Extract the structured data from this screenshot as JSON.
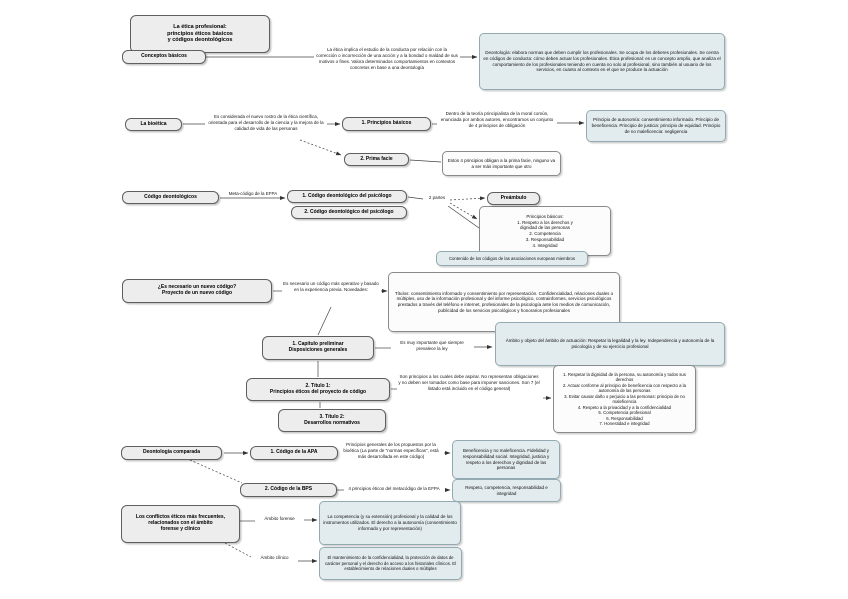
{
  "colors": {
    "node_fill": "#ededed",
    "teal_box_fill": "#e2ebee",
    "white_box_fill": "#fcfcfc",
    "line": "#444444"
  },
  "map": {
    "title": "La ética profesional:\nprincipios éticos básicos\ny códigos deontológicos",
    "conceptos": {
      "label": "Conceptos básicos",
      "text": "La ética implica el estudio de la conducta por relación con la corrección o incorrección de una acción y a la bondad o maldad de sus motivos o fines. Valora determinados comportamientos en contextos concretos en base a una deontología",
      "deontologia_box": "Deontología: elabora normas que deben cumplir los profesionales. Se ocupa de los deberes profesionales. Se centra en códigos de conducta: cómo deben actuar los profesionales. Ética profesional: es un concepto amplio, que analiza el comportamiento de los profesionales teniendo en cuenta no solo al profesional, sino también al usuario de los servicios, en cuanto al contexto en el que se produce la actuación"
    },
    "bioetica": {
      "label": "La bioética",
      "text": "Es considerada el nuevo rostro de la ética científica, orientada para el desarrollo de la ciencia y la mejora de la calidad de vida de las personas",
      "principios_node": "1. Principios básicos",
      "principios_text": "Dentro de la teoría principialista de la moral común, enunciada por ambos autores, encontramos un conjunto de 4 principios de obligación",
      "cuatro_principios_box": "Principio de autonomía: consentimiento informado. Principio de beneficencia. Principio de justicia: principio de equidad. Principio de no maleficencia: negligencia",
      "prima_facie_node": "2. Prima facie",
      "estos4_box": "Estos 4 principios obligan a la prima facie, ninguno va a ser más importante que otro"
    },
    "codigo": {
      "label": "Código deontológicos",
      "metacodigo": "Meta-código de la EFPA",
      "codigo1": "1. Código deontológico del psicólogo",
      "codigo2": "2. Código deontológico del psicólogo",
      "dos_partes": "2 partes",
      "preambulo": "Preámbulo",
      "preambulo_box": "Principios básicos:\n1. Respeto a los derechos y\ndignidad de las personas\n2. Competencia\n3. Responsabilidad\n4. Integridad",
      "contenido_box": "Contenido de los códigos de las asociaciones europeas miembros"
    },
    "nuevo": {
      "label": "¿Es necesario un nuevo código?\nProyecto de un nuevo código",
      "text": "Es necesario un código más operativo y basado en la experiencia previa. Novedades:",
      "titulos_box": "Títulos: consentimiento informado y consentimiento por representación. Confidencialidad, relaciones duales o múltiples, uso de la información profesional y del informe psicológico, contrainformes, servicios psicológicos prestados a través del teléfono e internet, profesionales de la psicología ante los medios de comunicación, publicidad de los servicios psicológicos y honorarios profesionales",
      "capitulo": "1. Capítulo preliminar\nDisposiciones generales",
      "ley_text": "Es muy importante que siempre prevalece la ley",
      "ambito_box": "Ámbito y objeto del ámbito de actuación: Respetar la legalidad y la ley. Independencia y autonomía de la psicología y de su ejercicio profesional",
      "titulo1": "2. Título 1:\nPrincipios éticos del proyecto de código",
      "titulo1_text": "Son principios a los cuales debe aspirar. No representan obligaciones y no deben ser tomados como base para imponer sanciones. Son 7 (el listado está incluido en el código general)",
      "siete_box": "1. Respetar la dignidad de la persona, su autonomía y todos sus derechos\n2. Actuar conforme al principio de beneficencia con respecto a la autonomía de las personas\n3. Evitar causar daño o perjuicio a las personas: principio de no maleficencia\n4. Respeto a la privacidad y a la confidencialidad\n5. Competencia profesional\n6. Responsabilidad\n7. Honestidad e integridad",
      "titulo2": "3. Título 2:\nDesarrollos normativos"
    },
    "comparada": {
      "label": "Deontología comparada",
      "apa": "1. Código de la APA",
      "apa_text": "Principios generales de los propuestos por la bioética (La parte de \"normas específicas\", está más desarrollada en este código)",
      "apa_box": "Beneficencia y no maleficencia. Fidelidad y responsabilidad social. Integridad, justicia y respeto a los derechos y dignidad de las personas",
      "bps": "2. Código de la BPS",
      "bps_text": "4 principios éticos del metacódigo de la EFPA",
      "bps_box": "Respeto, competencia, responsabilidad e integridad"
    },
    "conflictos": {
      "label": "Los conflictos éticos más frecuentes,\nrelacionados con el ámbito\nforense y clínico",
      "forense": "Ámbito forense",
      "forense_box": "La competencia (y su extensión) profesional y la calidad de los instrumentos utilizados. El derecho a la autonomía (consentimiento informado y por representación)",
      "clinico": "Ámbito clínico",
      "clinico_box": "El mantenimiento de la confidencialidad, la protección de datos de carácter personal y el derecho de acceso a los historiales clínicos. El establecimiento de relaciones duales o múltiples"
    }
  }
}
